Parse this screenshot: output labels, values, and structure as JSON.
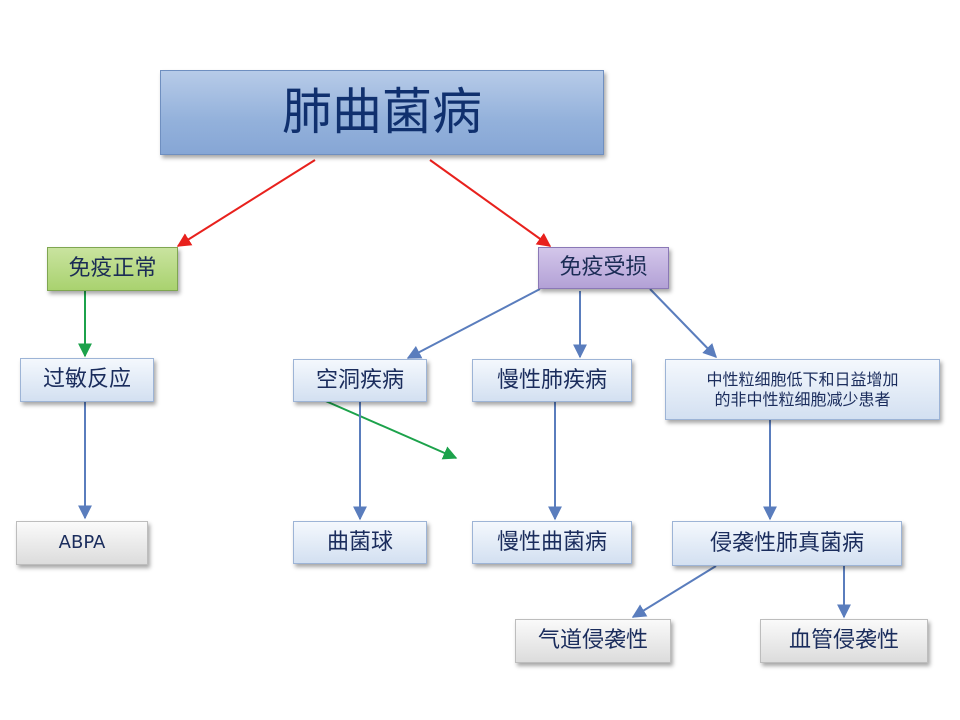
{
  "title": "肺曲菌病",
  "nodes": {
    "immune_normal": "免疫正常",
    "immune_compromised": "免疫受损",
    "allergic_reaction": "过敏反应",
    "abpa": "ABPA",
    "cavitary_disease": "空洞疾病",
    "chronic_lung_disease": "慢性肺疾病",
    "neutropenia_line1": "中性粒细胞低下和日益增加",
    "neutropenia_line2": "的非中性粒细胞减少患者",
    "aspergilloma": "曲菌球",
    "chronic_aspergillosis": "慢性曲菌病",
    "invasive_aspergillosis": "侵袭性肺真菌病",
    "airway_invasive": "气道侵袭性",
    "vascular_invasive": "血管侵袭性"
  },
  "colors": {
    "red_arrow": "#e8211d",
    "green_arrow": "#1ca24b",
    "blue_arrow": "#5a7dbd"
  }
}
